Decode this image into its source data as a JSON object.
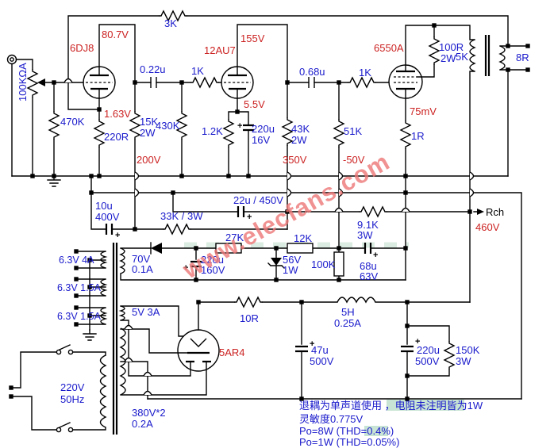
{
  "watermark": "www.elecfans.com",
  "symbols": {
    "plus": "+"
  },
  "input_stage": {
    "tube": "6DJ8",
    "plate_v": "80.7V",
    "cathode_v": "1.63V",
    "volume_pot": "100KΩA",
    "grid_resistor": "470K",
    "cathode_resistor": "220R",
    "feedback_resistor": "3K"
  },
  "driver_stage": {
    "coupling_cap": "0.22u",
    "plate_load": "15K",
    "plate_load_watt": "2W",
    "grid_resistor": "430K",
    "grid_stopper": "1K",
    "tube": "12AU7",
    "plate_v": "155V",
    "cathode_v": "5.5V",
    "cathode_resistor": "1.2K",
    "bypass_cap": "220u",
    "bypass_cap_v": "16V",
    "plate_load_2": "43K",
    "plate_load_2_watt": "2W"
  },
  "output_stage": {
    "coupling_cap": "0.68u",
    "grid_resistor": "51K",
    "grid_stopper": "1K",
    "tube": "6550A",
    "screen_resistor": "100R",
    "screen_resistor_watt": "2W",
    "cathode_v": "75mV",
    "cathode_resistor": "1R",
    "opt_primary": "5K",
    "opt_secondary": "8R"
  },
  "power_rails": {
    "rail_200": "200V",
    "rail_350": "350V",
    "rail_bias": "-50V",
    "rail_460": "460V",
    "rch_tap": "Rch",
    "cap_200": "10u",
    "cap_200_v": "400V",
    "r_350_200": "33K / 3W",
    "cap_350": "22u / 450V",
    "r_460_350": "9.1K",
    "r_460_350_watt": "3W",
    "bias_cap": "68u",
    "bias_cap_v": "63V"
  },
  "bias_supply": {
    "winding": "70V",
    "winding_current": "0.1A",
    "reservoir_cap": "220u",
    "reservoir_cap_v": "160V",
    "r1": "27K",
    "zener": "56V",
    "zener_watt": "1W",
    "r2": "12K",
    "r3": "100K"
  },
  "power_transformer": {
    "heater_1": "6.3V  4A",
    "heater_2": "6.3V 1.5A",
    "heater_3": "6.3V 1.5A",
    "rectifier_heater": "5V 3A",
    "hv_winding": "380V*2",
    "hv_current": "0.2A",
    "mains_v": "220V",
    "mains_f": "50Hz"
  },
  "rectifier_filter": {
    "tube": "5AR4",
    "r_filter": "10R",
    "cap_1": "47u",
    "cap_1_v": "500V",
    "choke": "5H",
    "choke_current": "0.25A",
    "cap_2": "220u",
    "cap_2_v": "500V",
    "bleeder": "150K",
    "bleeder_watt": "3W"
  },
  "notes": {
    "line1_a": "退耦为单声道使用 ，",
    "line1_b": "电阻未注明皆为",
    "line1_c": "1W",
    "line2": "灵敏度0.775V",
    "line3": "Po=8W (THD=0.4%)",
    "line4": "Po=1W (THD=0.05%)"
  },
  "colors": {
    "component_label": "#1a1acc",
    "voltage_label": "#cc2222",
    "wire": "#000000",
    "watermark": "#ee7777",
    "note_highlight": "#c8e4d4"
  }
}
